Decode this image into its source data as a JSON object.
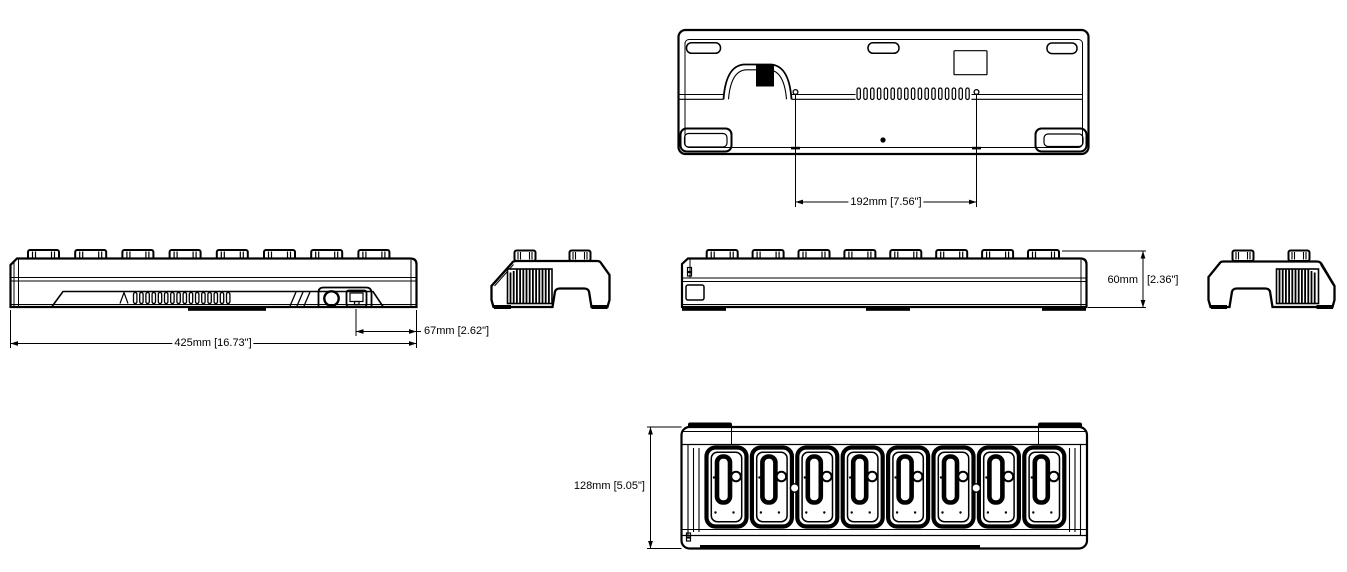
{
  "drawing": {
    "kind": "dimensional technical drawing",
    "views": {
      "bottom_view": "bottom view with vents and mounting holes",
      "rear_view": "rear view with power jack and LAN port",
      "front_view": "front view",
      "left_end_view": "left end view",
      "right_end_view": "right end view",
      "top_view": "top view with 8 bays"
    }
  },
  "dims": {
    "mount_spacing": "192mm [7.56\"]",
    "overall_width": "425mm [16.73\"]",
    "connector_offset": "67mm [2.62\"]",
    "height_mm": "60mm",
    "height_in": "[2.36\"]",
    "depth": "128mm [5.05\"]"
  },
  "colors": {
    "line": "#000000",
    "background": "#ffffff"
  }
}
